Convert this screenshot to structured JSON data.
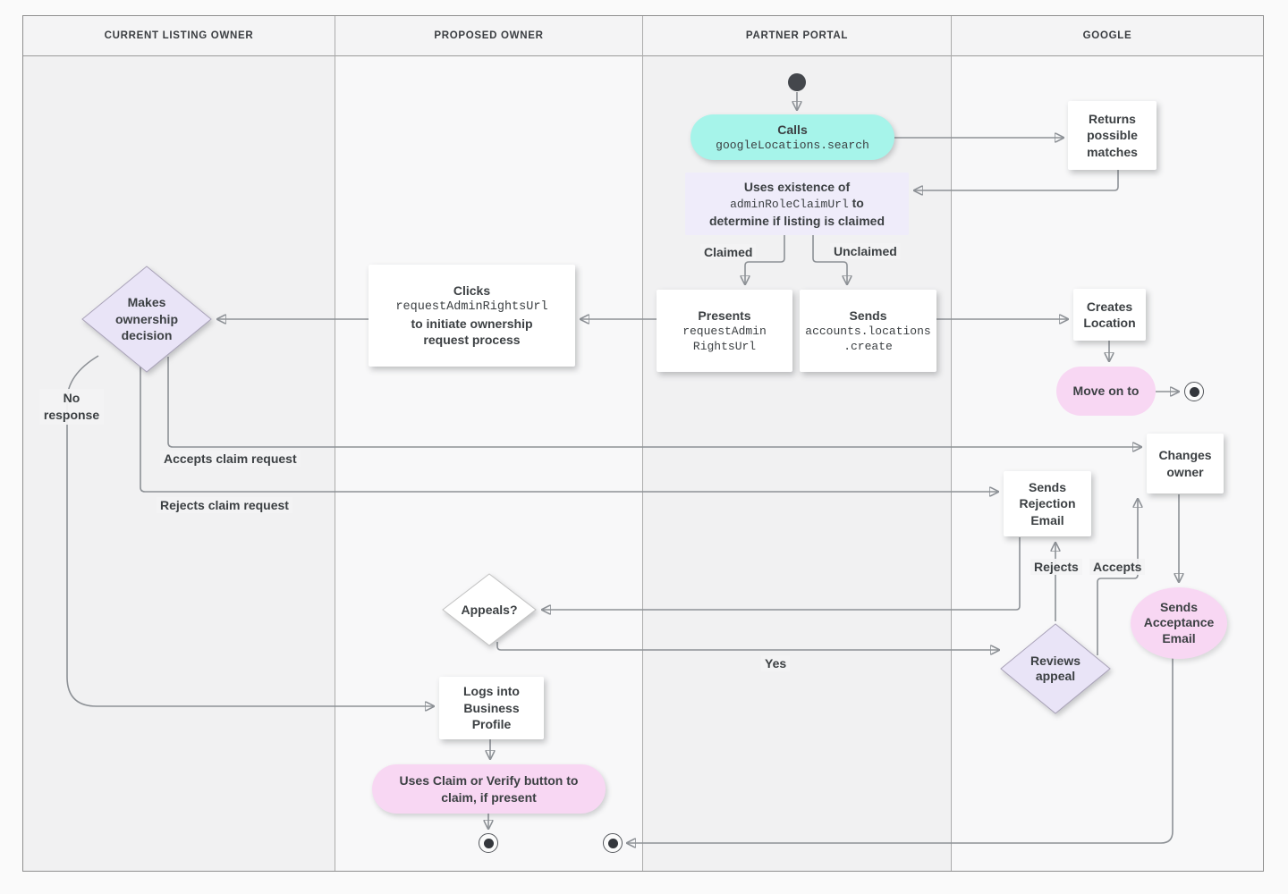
{
  "lanes": [
    {
      "label": "CURRENT LISTING OWNER"
    },
    {
      "label": "PROPOSED OWNER"
    },
    {
      "label": "PARTNER PORTAL"
    },
    {
      "label": "GOOGLE"
    }
  ],
  "nodes": {
    "calls": {
      "title": "Calls",
      "code": "googleLocations.search"
    },
    "returns": {
      "text": "Returns possible matches"
    },
    "uses": {
      "line1": "Uses existence of",
      "code": "adminRoleClaimUrl",
      "line2_suffix": " to",
      "line3": "determine if listing is claimed"
    },
    "presents": {
      "title": "Presents",
      "code_line1": "requestAdmin",
      "code_line2": "RightsUrl"
    },
    "sends_create": {
      "title": "Sends",
      "code_line1": "accounts.locations",
      "code_line2": ".create"
    },
    "clicks": {
      "title": "Clicks",
      "code": "requestAdminRightsUrl",
      "rest": "to initiate ownership request process"
    },
    "decision": {
      "text": "Makes ownership decision"
    },
    "creates": {
      "text": "Creates Location"
    },
    "move_on": {
      "text": "Move on to"
    },
    "changes": {
      "text": "Changes owner"
    },
    "rejection": {
      "text": "Sends Rejection Email"
    },
    "appeals": {
      "text": "Appeals?"
    },
    "reviews": {
      "text": "Reviews appeal"
    },
    "acceptance": {
      "text": "Sends Acceptance Email"
    },
    "logs": {
      "text": "Logs into Business Profile"
    },
    "claim": {
      "text": "Uses Claim or Verify button to claim, if present"
    }
  },
  "edge_labels": {
    "claimed": "Claimed",
    "unclaimed": "Unclaimed",
    "no_response": "No response",
    "accepts_claim": "Accepts claim request",
    "rejects_claim": "Rejects claim request",
    "rejects": "Rejects",
    "accepts": "Accepts",
    "yes": "Yes"
  },
  "colors": {
    "teal": "#A6F4EA",
    "pink": "#F8D7F3",
    "lavender_box": "#EFECFA",
    "lavender_diamond": "#E9E4F7",
    "ink": "#3C4043",
    "line": "#8D9196",
    "arrow": "#7D8287"
  }
}
